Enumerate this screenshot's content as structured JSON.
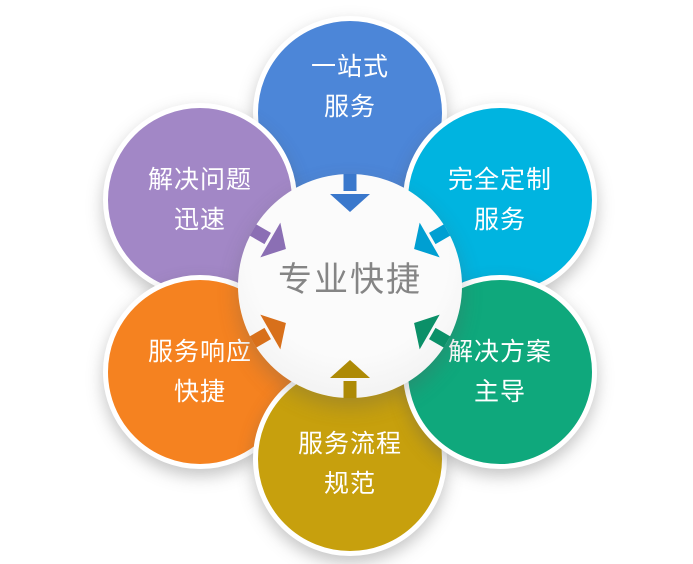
{
  "background_color": "#ffffff",
  "center": {
    "label": "专业快捷",
    "text_color": "#858585",
    "bg_color": "#f2f2f2"
  },
  "nodes": [
    {
      "id": "one-stop-service",
      "position": "top",
      "lines": [
        "一站式",
        "服务"
      ],
      "color": "#4c86d8",
      "arrow_color": "#3a78cc"
    },
    {
      "id": "fully-customized-service",
      "position": "top-right",
      "lines": [
        "完全定制",
        "服务"
      ],
      "color": "#00b4e0",
      "arrow_color": "#009fd2"
    },
    {
      "id": "solution-led",
      "position": "bottom-right",
      "lines": [
        "解决方案",
        "主导"
      ],
      "color": "#0fa87c",
      "arrow_color": "#0b9068"
    },
    {
      "id": "standard-service-process",
      "position": "bottom",
      "lines": [
        "服务流程",
        "规范"
      ],
      "color": "#c7a00d",
      "arrow_color": "#ad8a06"
    },
    {
      "id": "fast-service-response",
      "position": "bottom-left",
      "lines": [
        "服务响应",
        "快捷"
      ],
      "color": "#f58220",
      "arrow_color": "#d8701b"
    },
    {
      "id": "quick-problem-solving",
      "position": "top-left",
      "lines": [
        "解决问题",
        "迅速"
      ],
      "color": "#a287c6",
      "arrow_color": "#8b6fb4"
    }
  ]
}
